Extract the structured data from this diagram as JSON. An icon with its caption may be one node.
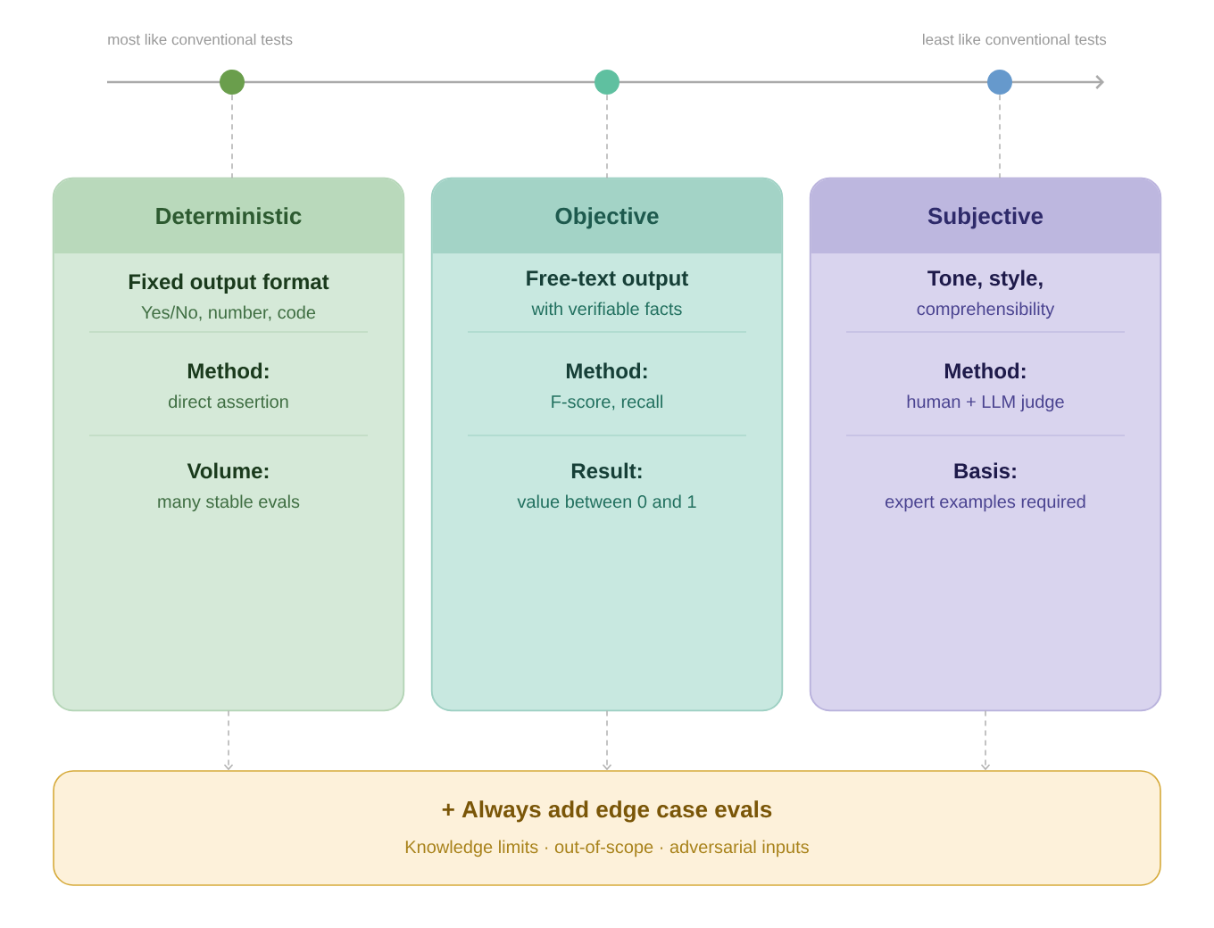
{
  "diagram": {
    "nodes": [
      {
        "text": [],
        "shape": "circle"
      },
      {
        "text": [],
        "shape": "circle"
      },
      {
        "text": [],
        "shape": "circle"
      },
      {
        "text": [
          "Deterministic",
          "Fixed output format",
          "Yes/No, number, code",
          "Method:",
          "direct assertion",
          "Volume:",
          "many stable evals"
        ]
      },
      {
        "text": [
          "Objective",
          "Free-text output",
          "with verifiable facts",
          "Method:",
          "F-score, recall",
          "Result:",
          "value between 0 and 1"
        ]
      },
      {
        "text": [
          "Subjective",
          "Tone, style,",
          "comprehensibility",
          "Method:",
          "human + LLM judge",
          "Basis:",
          "expert examples required"
        ]
      },
      {
        "text": [
          "+ Always add edge case evals",
          "Knowledge limits · out-of-scope · adversarial inputs"
        ]
      }
    ],
    "edges": [
      {
        "from": 0,
        "to": 3,
        "arrow": "none",
        "style": "dashed"
      },
      {
        "from": 1,
        "to": 4,
        "arrow": "none",
        "style": "dashed"
      },
      {
        "from": 2,
        "to": 5,
        "arrow": "none",
        "style": "dashed"
      },
      {
        "from": 3,
        "to": 6,
        "arrow": "to",
        "style": "dashed"
      },
      {
        "from": 4,
        "to": 6,
        "arrow": "to",
        "style": "dashed"
      },
      {
        "from": 5,
        "to": 6,
        "arrow": "to",
        "style": "dashed"
      }
    ],
    "labels": [
      "most like conventional tests",
      "least like conventional tests"
    ]
  }
}
